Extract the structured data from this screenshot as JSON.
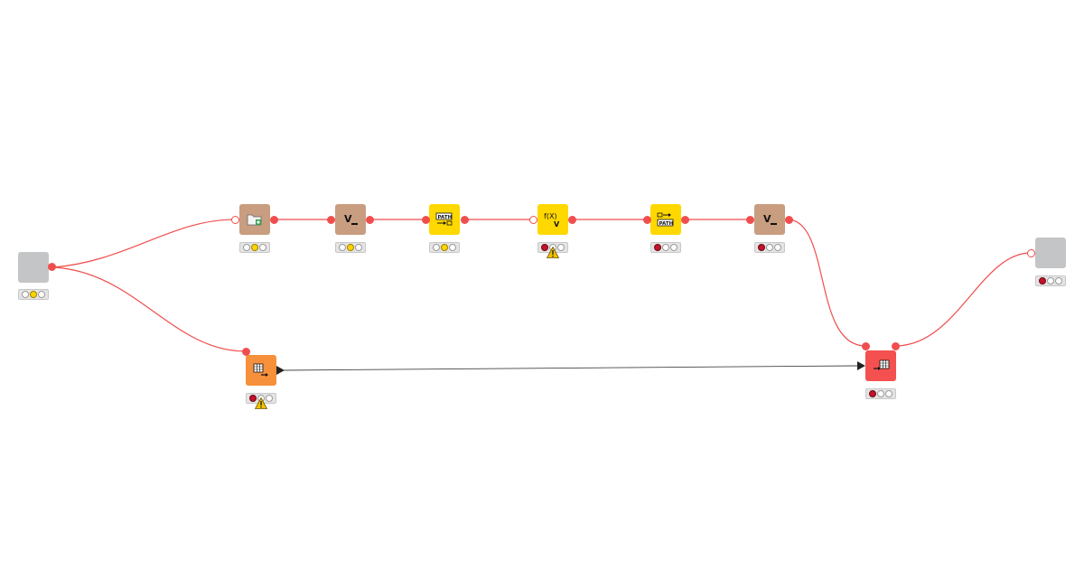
{
  "workflow": {
    "canvas_background": "#ffffff",
    "connection_color": "#f04e4e",
    "data_connection_color": "#333333",
    "nodes": [
      {
        "id": "input-node",
        "icon": "component-input-icon",
        "color": "#c3c5c7",
        "status": [
          "empty",
          "yellow",
          "empty"
        ]
      },
      {
        "id": "folder-node",
        "icon": "create-folder-icon",
        "color": "#c99d80",
        "status": [
          "empty",
          "yellow",
          "empty"
        ]
      },
      {
        "id": "var1-node",
        "icon": "variable-icon",
        "color": "#c99d80",
        "status": [
          "empty",
          "yellow",
          "empty"
        ]
      },
      {
        "id": "path-node",
        "icon": "path-to-string-icon",
        "color": "#ffd800",
        "status": [
          "empty",
          "yellow",
          "empty"
        ]
      },
      {
        "id": "fx-node",
        "icon": "math-formula-variable-icon",
        "color": "#ffd800",
        "status": [
          "red",
          "empty",
          "empty"
        ],
        "warning": true
      },
      {
        "id": "strpath-node",
        "icon": "string-to-path-icon",
        "color": "#ffd800",
        "status": [
          "red",
          "empty",
          "empty"
        ]
      },
      {
        "id": "var2-node",
        "icon": "variable-icon",
        "color": "#c99d80",
        "status": [
          "red",
          "empty",
          "empty"
        ]
      },
      {
        "id": "table-reader-node",
        "icon": "table-reader-icon",
        "color": "#f7903b",
        "status": [
          "red",
          "empty",
          "empty"
        ],
        "warning": true
      },
      {
        "id": "table-writer-node",
        "icon": "table-writer-icon",
        "color": "#f45050",
        "status": [
          "red",
          "empty",
          "empty"
        ]
      },
      {
        "id": "output-node",
        "icon": "component-output-icon",
        "color": "#c3c5c7",
        "status": [
          "red",
          "empty",
          "empty"
        ]
      }
    ],
    "labels": {
      "var_glyph": "V",
      "path_glyph": "PATH",
      "fx_glyph": "f(X)",
      "fx_sub_glyph": "V"
    }
  }
}
